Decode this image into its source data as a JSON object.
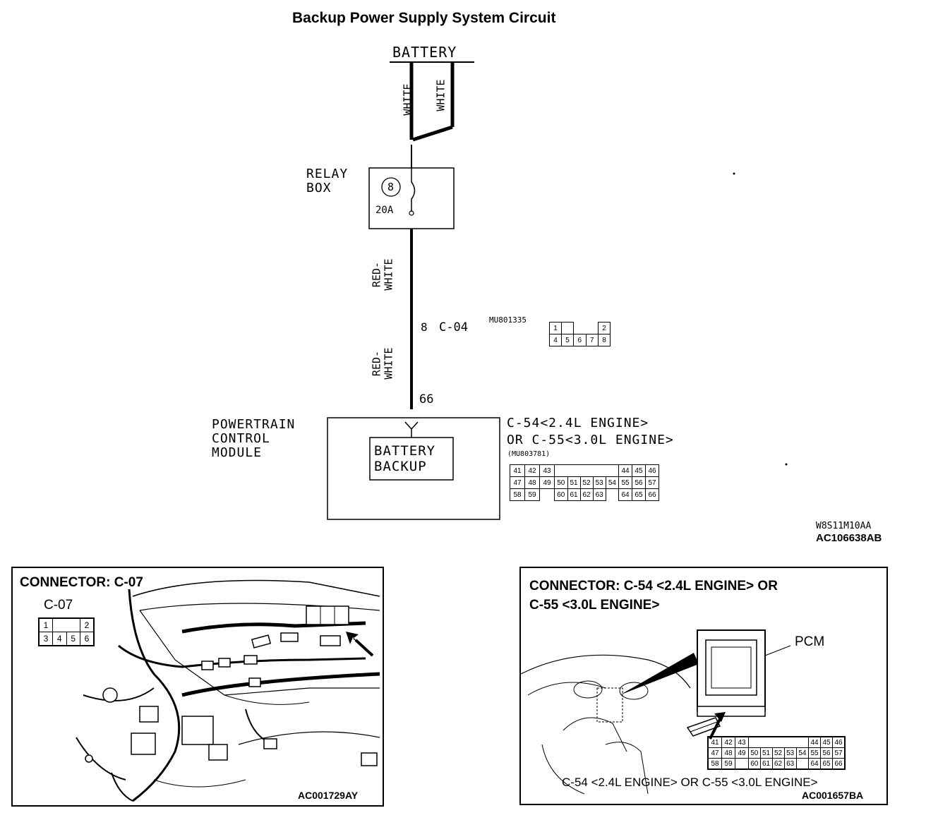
{
  "title": "Backup Power Supply System Circuit",
  "diagram": {
    "battery_label": "BATTERY",
    "wire_white_left": "WHITE",
    "wire_white_right": "WHITE",
    "relay_box_label_1": "RELAY",
    "relay_box_label_2": "BOX",
    "fuse_number": "8",
    "fuse_rating": "20A",
    "wire_red_white_upper_1": "RED-",
    "wire_red_white_upper_2": "WHITE",
    "connector_c04_pin": "8",
    "connector_c04_label": "C-04",
    "connector_c04_part": "MU801335",
    "connector_c04_pins_top": [
      "1",
      "",
      "",
      "2"
    ],
    "connector_c04_pins_bottom": [
      "4",
      "5",
      "6",
      "7",
      "8"
    ],
    "wire_red_white_lower_1": "RED-",
    "wire_red_white_lower_2": "WHITE",
    "pcm_pin": "66",
    "pcm_label_1": "POWERTRAIN",
    "pcm_label_2": "CONTROL",
    "pcm_label_3": "MODULE",
    "battery_backup_1": "BATTERY",
    "battery_backup_2": "BACKUP",
    "pcm_connector_1": "C-54<2.4L ENGINE>",
    "pcm_connector_2": "OR C-55<3.0L ENGINE>",
    "pcm_connector_part": "(MU803781)",
    "pcm_pins_row1": [
      "41",
      "42",
      "43",
      "",
      "",
      "",
      "",
      "44",
      "45",
      "46"
    ],
    "pcm_pins_row2": [
      "47",
      "48",
      "49",
      "50",
      "51",
      "52",
      "53",
      "54",
      "55",
      "56",
      "57"
    ],
    "pcm_pins_row3": [
      "58",
      "59",
      "",
      "60",
      "61",
      "62",
      "63",
      "",
      "64",
      "65",
      "66"
    ],
    "code_1": "W8S11M10AA",
    "code_2": "AC106638AB"
  },
  "panel_left": {
    "title": "CONNECTOR: C-07",
    "connector_label": "C-07",
    "pins_top": [
      "1",
      "",
      "2"
    ],
    "pins_bottom": [
      "3",
      "4",
      "5",
      "6"
    ],
    "code": "AC001729AY"
  },
  "panel_right": {
    "title_1": "CONNECTOR: C-54 <2.4L ENGINE> OR",
    "title_2": "C-55 <3.0L ENGINE>",
    "pcm_label": "PCM",
    "pins_row1": [
      "41",
      "42",
      "43",
      "",
      "",
      "",
      "",
      "44",
      "45",
      "46"
    ],
    "pins_row2": [
      "47",
      "48",
      "49",
      "50",
      "51",
      "52",
      "53",
      "54",
      "55",
      "56",
      "57"
    ],
    "pins_row3": [
      "58",
      "59",
      "",
      "60",
      "61",
      "62",
      "63",
      "",
      "64",
      "65",
      "66"
    ],
    "caption": "C-54 <2.4L ENGINE> OR C-55 <3.0L ENGINE>",
    "code": "AC001657BA"
  }
}
